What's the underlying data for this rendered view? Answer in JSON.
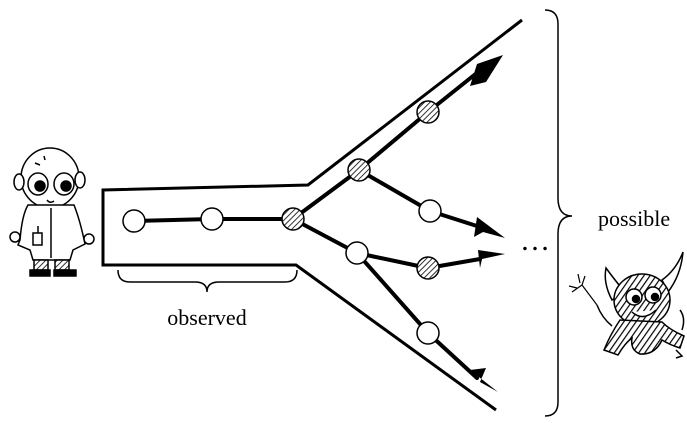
{
  "labels": {
    "observed": "observed",
    "possible": "possible",
    "ellipsis": "…"
  },
  "figures": {
    "left": "scientist-observer",
    "right": "demon-figure"
  },
  "colors": {
    "stroke": "#000000",
    "background": "#ffffff",
    "node_open": "#ffffff"
  }
}
